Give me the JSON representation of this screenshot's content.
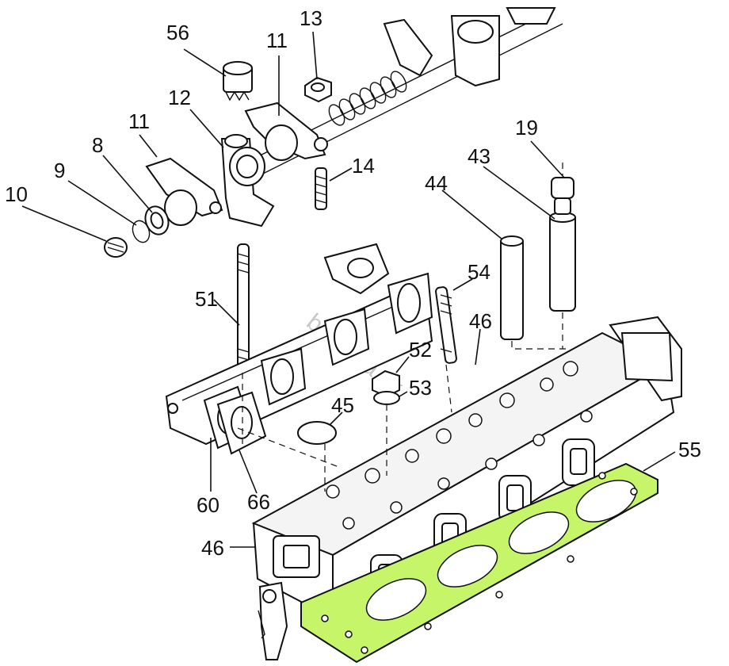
{
  "watermark": "bendula.sk",
  "colors": {
    "gasket": "#c6f56a",
    "ink": "#111111",
    "background": "#ffffff"
  },
  "callouts": {
    "c56": "56",
    "c13": "13",
    "c11a": "11",
    "c12": "12",
    "c11b": "11",
    "c8": "8",
    "c9": "9",
    "c10": "10",
    "c14": "14",
    "c19": "19",
    "c43": "43",
    "c44": "44",
    "c54": "54",
    "c46a": "46",
    "c52": "52",
    "c53": "53",
    "c45": "45",
    "c51": "51",
    "c60": "60",
    "c66": "66",
    "c55": "55",
    "c46b": "46"
  }
}
